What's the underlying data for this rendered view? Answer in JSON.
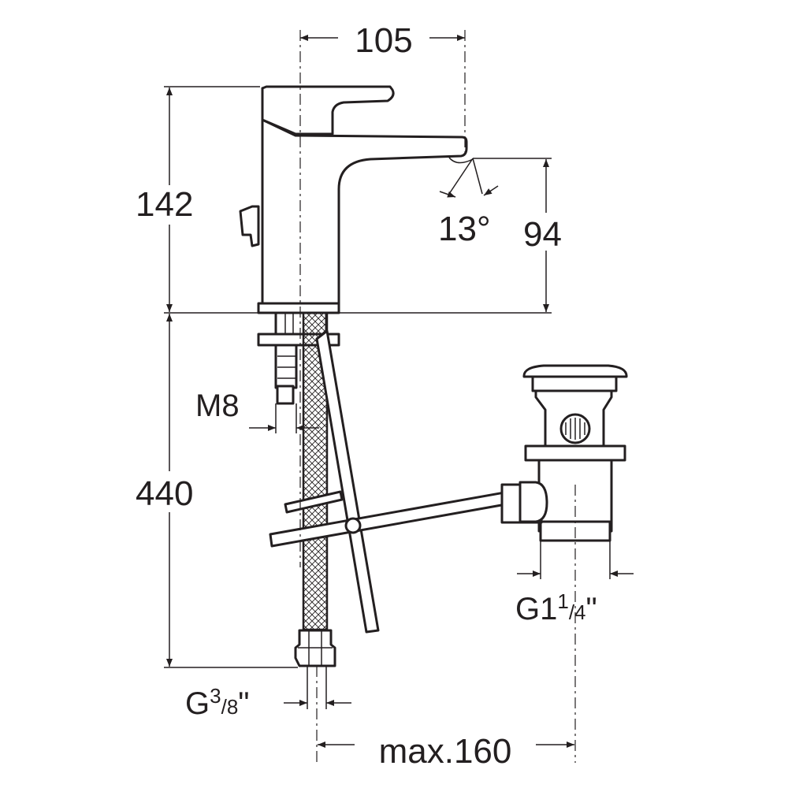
{
  "dimensions": {
    "width_top": "105",
    "height_total": "142",
    "spout_height": "94",
    "spout_angle": "13°",
    "thread_rod": "M8",
    "hose_length": "440",
    "drain_thread_prefix": "G1",
    "drain_thread_num": "1",
    "drain_thread_den": "/4",
    "drain_thread_suffix": "\"",
    "hose_thread_prefix": "G",
    "hose_thread_num": "3",
    "hose_thread_den": "/8",
    "hose_thread_suffix": "\"",
    "max_distance": "max.160"
  },
  "colors": {
    "line": "#231f20",
    "background": "#ffffff"
  }
}
